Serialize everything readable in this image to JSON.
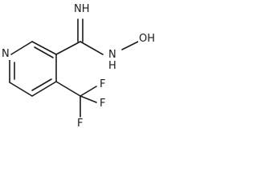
{
  "molecule": {
    "atoms": {
      "pyridine_n": "N",
      "imine_nh": "NH",
      "amine_nh": "N",
      "amine_h": "H",
      "hydroxyl": "OH",
      "fluorine_top": "F",
      "fluorine_middle": "F",
      "fluorine_bottom": "F"
    }
  }
}
